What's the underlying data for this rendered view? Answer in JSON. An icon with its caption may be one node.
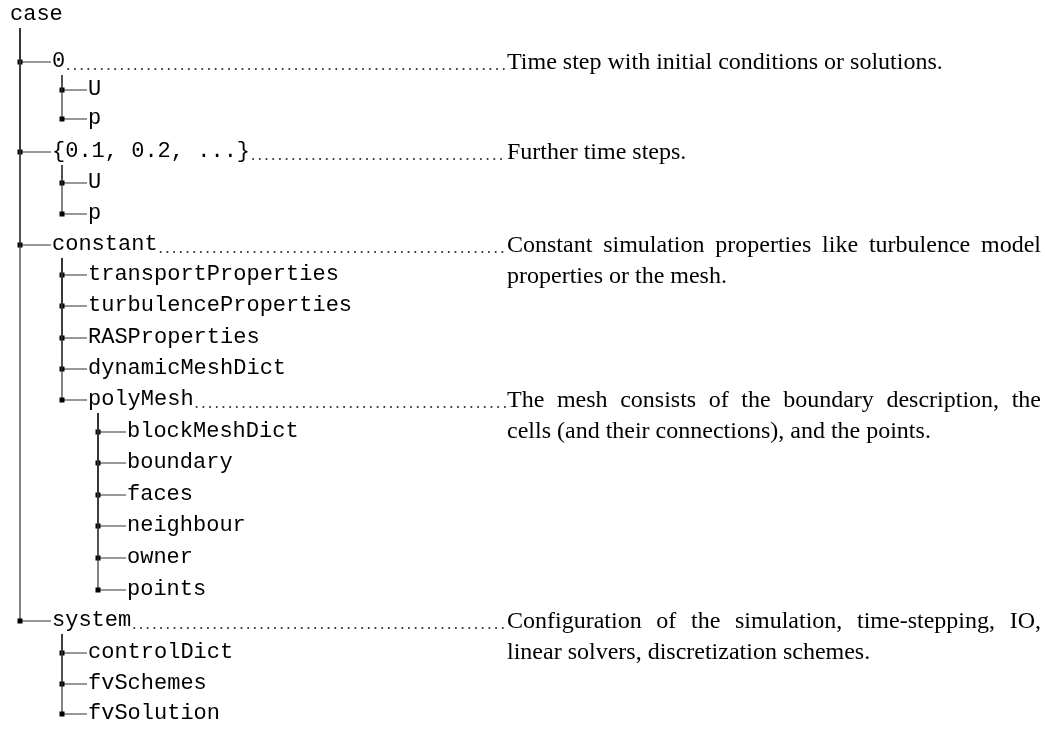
{
  "diagram": {
    "nodes": [
      {
        "text": [
          "case"
        ]
      },
      {
        "text": [
          "0"
        ]
      },
      {
        "text": [
          "U"
        ]
      },
      {
        "text": [
          "p"
        ]
      },
      {
        "text": [
          "{0.1, 0.2, ...}"
        ]
      },
      {
        "text": [
          "U"
        ]
      },
      {
        "text": [
          "p"
        ]
      },
      {
        "text": [
          "constant"
        ]
      },
      {
        "text": [
          "transportProperties"
        ]
      },
      {
        "text": [
          "turbulenceProperties"
        ]
      },
      {
        "text": [
          "RASProperties"
        ]
      },
      {
        "text": [
          "dynamicMeshDict"
        ]
      },
      {
        "text": [
          "polyMesh"
        ]
      },
      {
        "text": [
          "blockMeshDict"
        ]
      },
      {
        "text": [
          "boundary"
        ]
      },
      {
        "text": [
          "faces"
        ]
      },
      {
        "text": [
          "neighbour"
        ]
      },
      {
        "text": [
          "owner"
        ]
      },
      {
        "text": [
          "points"
        ]
      },
      {
        "text": [
          "system"
        ]
      },
      {
        "text": [
          "controlDict"
        ]
      },
      {
        "text": [
          "fvSchemes"
        ]
      },
      {
        "text": [
          "fvSolution"
        ]
      },
      {
        "text": [
          "Time step with initial conditions or solutions."
        ]
      },
      {
        "text": [
          "Further time steps."
        ]
      },
      {
        "text": [
          "Constant simulation properties like turbulence model properties or the mesh."
        ]
      },
      {
        "text": [
          "The mesh consists of the boundary description, the cells (and their connections), and the points."
        ]
      },
      {
        "text": [
          "Configuration of the simulation, time-stepping, IO, linear solvers, discretization schemes."
        ]
      }
    ],
    "edges": [
      {
        "from": 0,
        "to": 1,
        "arrow": "none"
      },
      {
        "from": 1,
        "to": 2,
        "arrow": "none"
      },
      {
        "from": 1,
        "to": 3,
        "arrow": "none"
      },
      {
        "from": 0,
        "to": 4,
        "arrow": "none"
      },
      {
        "from": 4,
        "to": 5,
        "arrow": "none"
      },
      {
        "from": 4,
        "to": 6,
        "arrow": "none"
      },
      {
        "from": 0,
        "to": 7,
        "arrow": "none"
      },
      {
        "from": 7,
        "to": 8,
        "arrow": "none"
      },
      {
        "from": 7,
        "to": 9,
        "arrow": "none"
      },
      {
        "from": 7,
        "to": 10,
        "arrow": "none"
      },
      {
        "from": 7,
        "to": 11,
        "arrow": "none"
      },
      {
        "from": 7,
        "to": 12,
        "arrow": "none"
      },
      {
        "from": 12,
        "to": 13,
        "arrow": "none"
      },
      {
        "from": 12,
        "to": 14,
        "arrow": "none"
      },
      {
        "from": 12,
        "to": 15,
        "arrow": "none"
      },
      {
        "from": 12,
        "to": 16,
        "arrow": "none"
      },
      {
        "from": 12,
        "to": 17,
        "arrow": "none"
      },
      {
        "from": 12,
        "to": 18,
        "arrow": "none"
      },
      {
        "from": 0,
        "to": 19,
        "arrow": "none"
      },
      {
        "from": 19,
        "to": 20,
        "arrow": "none"
      },
      {
        "from": 19,
        "to": 21,
        "arrow": "none"
      },
      {
        "from": 19,
        "to": 22,
        "arrow": "none"
      },
      {
        "from": 1,
        "to": 23,
        "arrow": "none",
        "style": "dashed"
      },
      {
        "from": 4,
        "to": 24,
        "arrow": "none",
        "style": "dashed"
      },
      {
        "from": 7,
        "to": 25,
        "arrow": "none",
        "style": "dashed"
      },
      {
        "from": 12,
        "to": 26,
        "arrow": "none",
        "style": "dashed"
      },
      {
        "from": 19,
        "to": 27,
        "arrow": "none",
        "style": "dashed"
      }
    ]
  }
}
